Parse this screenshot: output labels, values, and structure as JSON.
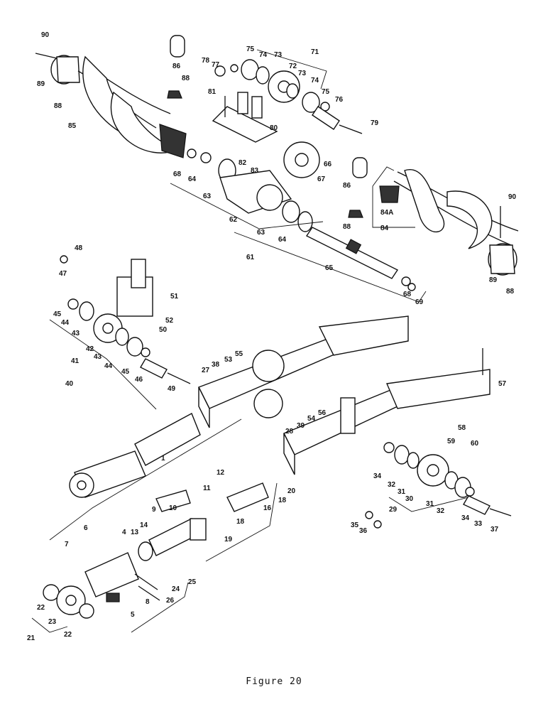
{
  "figure": {
    "caption": "Figure 20"
  },
  "part_labels": [
    "90",
    "89",
    "88",
    "85",
    "86",
    "88",
    "78",
    "77",
    "75",
    "74",
    "73",
    "71",
    "72",
    "73",
    "74",
    "75",
    "76",
    "79",
    "81",
    "80",
    "82",
    "83",
    "66",
    "67",
    "68",
    "64",
    "63",
    "62",
    "63",
    "64",
    "61",
    "65",
    "86",
    "88",
    "90",
    "84A",
    "84",
    "89",
    "88",
    "68",
    "69",
    "48",
    "47",
    "51",
    "52",
    "50",
    "45",
    "44",
    "43",
    "42",
    "43",
    "44",
    "45",
    "41",
    "40",
    "46",
    "49",
    "27",
    "38",
    "53",
    "55",
    "57",
    "58",
    "60",
    "59",
    "28",
    "39",
    "54",
    "56",
    "34",
    "32",
    "31",
    "30",
    "31",
    "32",
    "34",
    "33",
    "29",
    "37",
    "35",
    "36",
    "1",
    "12",
    "11",
    "20",
    "18",
    "16",
    "18",
    "19",
    "10",
    "9",
    "14",
    "13",
    "4",
    "6",
    "7",
    "8",
    "24",
    "25",
    "26",
    "5",
    "22",
    "23",
    "22",
    "21"
  ]
}
